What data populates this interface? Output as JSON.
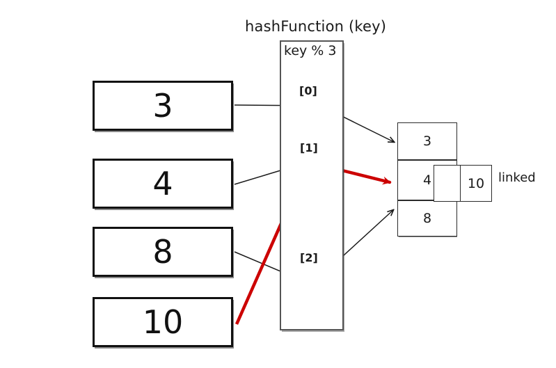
{
  "diagram": {
    "title": "hashFunction (key)",
    "hash_expression": "key % 3",
    "linked_label": "linked",
    "accent_red": "#cc0000",
    "line_black": "#1a1a1a"
  },
  "keys": [
    {
      "value": "3"
    },
    {
      "value": "4"
    },
    {
      "value": "8"
    },
    {
      "value": "10"
    }
  ],
  "slots": [
    {
      "label": "[0]"
    },
    {
      "label": "[1]"
    },
    {
      "label": "[2]"
    }
  ],
  "buckets": [
    {
      "value": "3"
    },
    {
      "value": "4"
    },
    {
      "value": "8"
    }
  ],
  "linked_node": {
    "pointer_cell": "",
    "value": "10"
  }
}
